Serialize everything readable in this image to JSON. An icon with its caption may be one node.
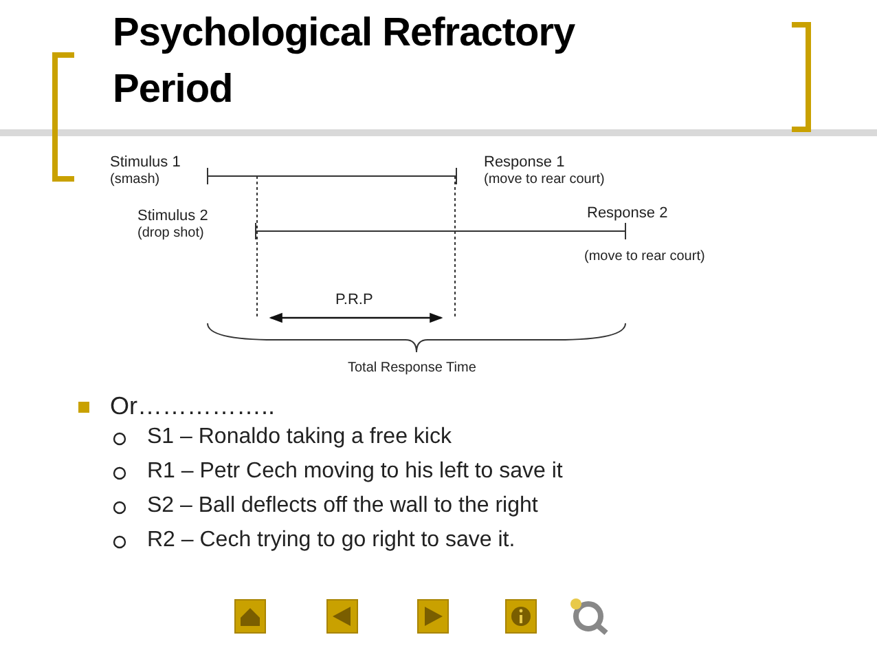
{
  "diagram": {
    "title": "Psychological Refractory Period",
    "labels": [
      "Stimulus 1",
      "(smash)",
      "Response 1",
      "(move to rear court)",
      "Stimulus 2",
      "(drop shot)",
      "Response 2",
      "(move to rear court)",
      "P.R.P",
      "Total Response Time",
      "Or……………..",
      "S1 – Ronaldo taking a free kick",
      "R1 – Petr Cech moving to his left to save it",
      "S2 – Ball deflects off the wall to the right",
      "R2 – Cech trying to go right to save it."
    ]
  }
}
